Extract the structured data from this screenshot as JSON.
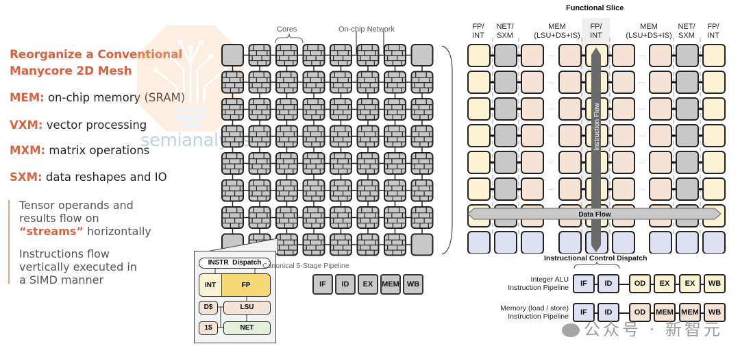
{
  "left_panel": {
    "title_line1": "Reorganize a Conventional",
    "title_line2": "Manycore 2D Mesh",
    "terms": [
      {
        "key": "MEM:",
        "desc": " on-chip memory (SRAM)"
      },
      {
        "key": "VXM:",
        "desc": " vector processing"
      },
      {
        "key": "MXM:",
        "desc": " matrix operations"
      },
      {
        "key": "SXM:",
        "desc": " data reshapes and IO"
      }
    ],
    "note1_line1": "Tensor operands and",
    "note1_line2": "results flow on",
    "note1_emph": "“streams”",
    "note1_line3_rest": " horizontally",
    "note2_line1": "Instructions flow",
    "note2_line2": "vertically executed in",
    "note2_line3": "a SIMD manner"
  },
  "watermarks": {
    "logo_text": "semianalysis",
    "wechat_text": "公众号 · 新智元"
  },
  "mesh": {
    "label_cores": "Cores",
    "label_network": "On-chip Network",
    "rows": 8,
    "cols": 8
  },
  "core_detail": {
    "dispatch": "INSTR  Dispatch",
    "int": "INT",
    "fp": "FP",
    "dcache": "D$",
    "lsu": "LSU",
    "icache": "1$",
    "net": "NET"
  },
  "canonical_pipeline": {
    "title": "Canonical 5-Stage Pipeline",
    "stages": [
      "IF",
      "ID",
      "EX",
      "MEM",
      "WB"
    ]
  },
  "functional_slice": {
    "title": "Functional Slice",
    "headers": [
      {
        "l1": "FP/",
        "l2": "INT"
      },
      {
        "l1": "NET/",
        "l2": "SXM"
      },
      {
        "l1": "MEM",
        "l2": "(LSU+DS+IS)"
      },
      {
        "l1": "FP/",
        "l2": "INT"
      },
      {
        "l1": "MEM",
        "l2": "(LSU+DS+IS)"
      },
      {
        "l1": "NET/",
        "l2": "SXM"
      },
      {
        "l1": "FP/",
        "l2": "INT"
      }
    ],
    "instruction_flow_label": "Instruction Flow",
    "data_flow_label": "Data Flow",
    "dispatch_label": "Instructional Control Dispatch",
    "colors": {
      "fp": "#fcf3d4",
      "net": "#c8c8c8",
      "mem": "#f5e4d6",
      "dispatch": "#dde1f1"
    }
  },
  "pipelines": [
    {
      "label_line1": "Integer ALU",
      "label_line2": "Instruction Pipeline",
      "stages": [
        {
          "t": "IF",
          "c": "#dde1f1"
        },
        {
          "t": "ID",
          "c": "#dde1f1"
        },
        {
          "t": "OD",
          "c": "#fcf3d4"
        },
        {
          "t": "EX",
          "c": "#fcf3d4"
        },
        {
          "t": "EX",
          "c": "#fcf3d4"
        },
        {
          "t": "WB",
          "c": "#fcf3d4"
        }
      ]
    },
    {
      "label_line1": "Memory (load / store)",
      "label_line2": "Instruction Pipeline",
      "stages": [
        {
          "t": "IF",
          "c": "#dde1f1"
        },
        {
          "t": "ID",
          "c": "#dde1f1"
        },
        {
          "t": "OD",
          "c": "#f5e4d6"
        },
        {
          "t": "MEM",
          "c": "#f5e4d6"
        },
        {
          "t": "MEM",
          "c": "#f5e4d6"
        },
        {
          "t": "WB",
          "c": "#f5e4d6"
        }
      ]
    }
  ]
}
